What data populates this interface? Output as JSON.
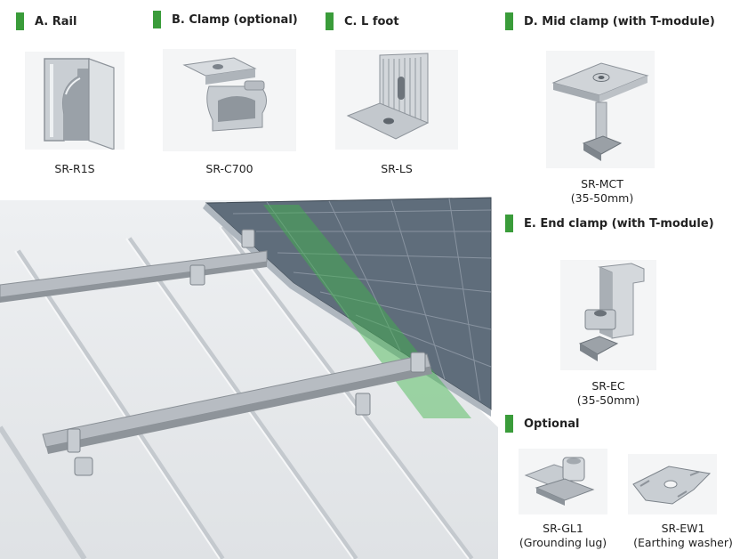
{
  "sections": {
    "rail": {
      "title": "A. Rail",
      "code": "SR-R1S"
    },
    "clamp": {
      "title": "B. Clamp (optional)",
      "code": "SR-C700"
    },
    "lfoot": {
      "title": "C. L foot",
      "code": "SR-LS"
    },
    "midclamp": {
      "title": "D. Mid clamp (with T-module)",
      "code": "SR-MCT",
      "range": "(35-50mm)"
    },
    "endclamp": {
      "title": "E. End clamp (with T-module)",
      "code": "SR-EC",
      "range": "(35-50mm)"
    },
    "optional": {
      "title": "Optional",
      "items": [
        {
          "code": "SR-GL1",
          "desc": "(Grounding lug)"
        },
        {
          "code": "SR-EW1",
          "desc": "(Earthing washer)"
        }
      ]
    }
  },
  "colors": {
    "accent": "#3a9c3a",
    "panel": "#5d6b79",
    "roof": "#e4e7ea",
    "metal": "#b9bec4"
  }
}
